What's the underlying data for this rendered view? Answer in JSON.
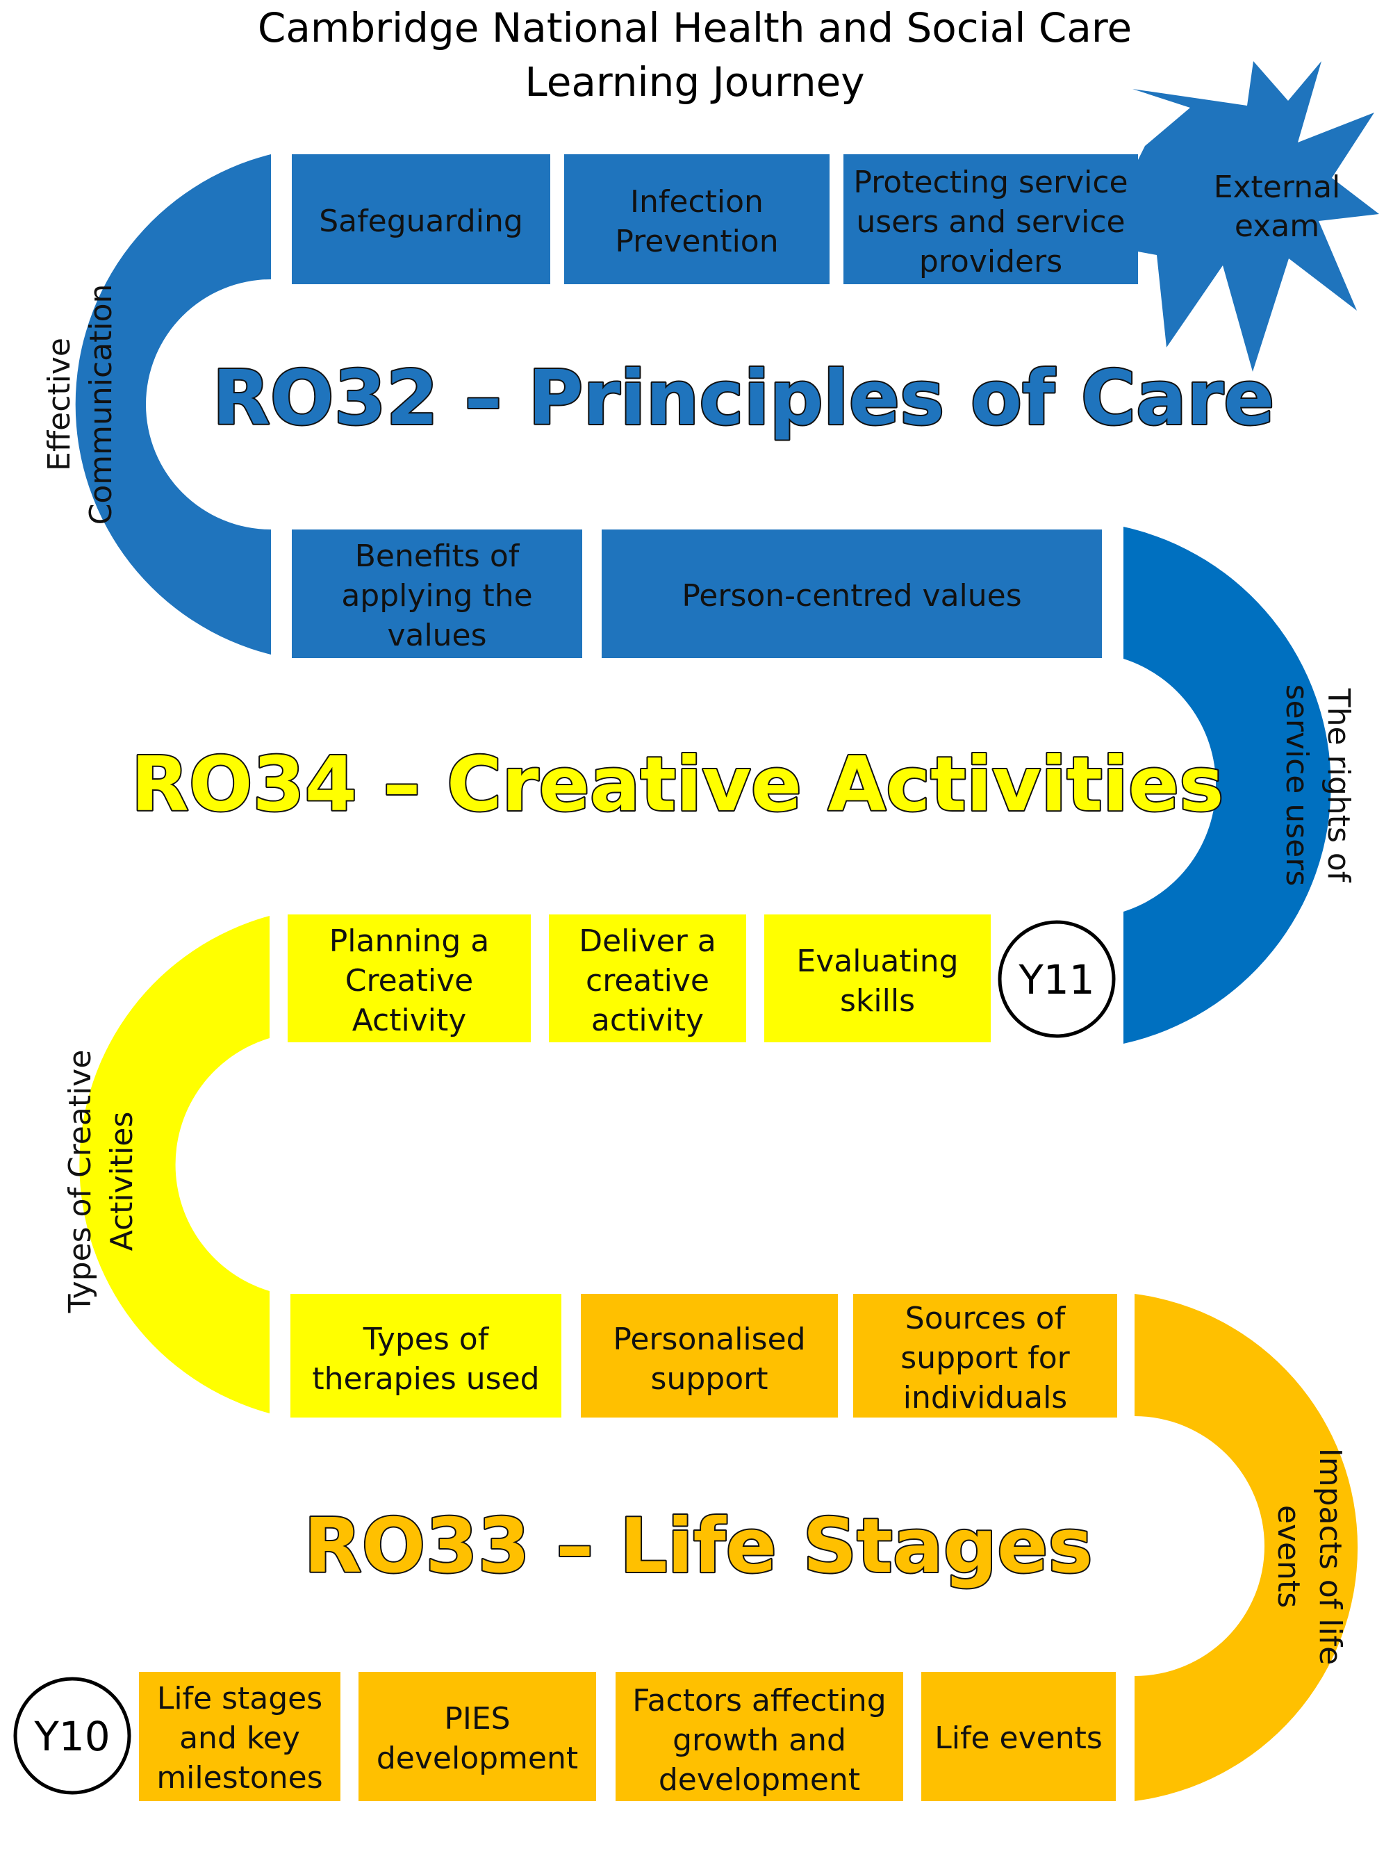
{
  "title": {
    "line1": "Cambridge National Health and Social Care",
    "line2": "Learning Journey"
  },
  "colors": {
    "blue": "#1f74bd",
    "dark_blue": "#0070c0",
    "yellow": "#ffff00",
    "orange": "#ffc000",
    "heading_blue": "#1f74bd",
    "heading_yellow": "#ffff00",
    "heading_orange": "#ffc000"
  },
  "units": {
    "ro32": {
      "heading": "RO32 –  Principles of Care"
    },
    "ro34": {
      "heading": "RO34 –  Creative Activities"
    },
    "ro33": {
      "heading": "RO33 –  Life Stages"
    }
  },
  "ro32_topics": {
    "safeguarding": "Safeguarding",
    "infection_prevention": [
      "Infection",
      "Prevention"
    ],
    "protecting": [
      "Protecting service",
      "users and service",
      "providers"
    ],
    "external_exam": [
      "External",
      "exam"
    ],
    "effective_communication": [
      "Effective",
      "Communication"
    ],
    "benefits": [
      "Benefits of",
      "applying the",
      "values"
    ],
    "person_centred": "Person-centred values",
    "rights": [
      "The rights of",
      "service users"
    ]
  },
  "ro34_topics": {
    "planning": [
      "Planning a",
      "Creative",
      "Activity"
    ],
    "deliver": [
      "Deliver a",
      "creative",
      "activity"
    ],
    "evaluating": [
      "Evaluating",
      "skills"
    ],
    "types_creative": [
      "Types of Creative",
      "Activities"
    ],
    "types_therapies": [
      "Types of",
      "therapies used"
    ]
  },
  "ro33_topics": {
    "personalised": [
      "Personalised",
      "support"
    ],
    "sources": [
      "Sources of",
      "support for",
      "individuals"
    ],
    "impacts": [
      "Impacts of life",
      "events"
    ],
    "life_stages": [
      "Life stages",
      "and key",
      "milestones"
    ],
    "pies": [
      "PIES",
      "development"
    ],
    "factors": [
      "Factors affecting",
      "growth and",
      "development"
    ],
    "life_events": "Life events"
  },
  "years": {
    "y11": "Y11",
    "y10": "Y10"
  }
}
